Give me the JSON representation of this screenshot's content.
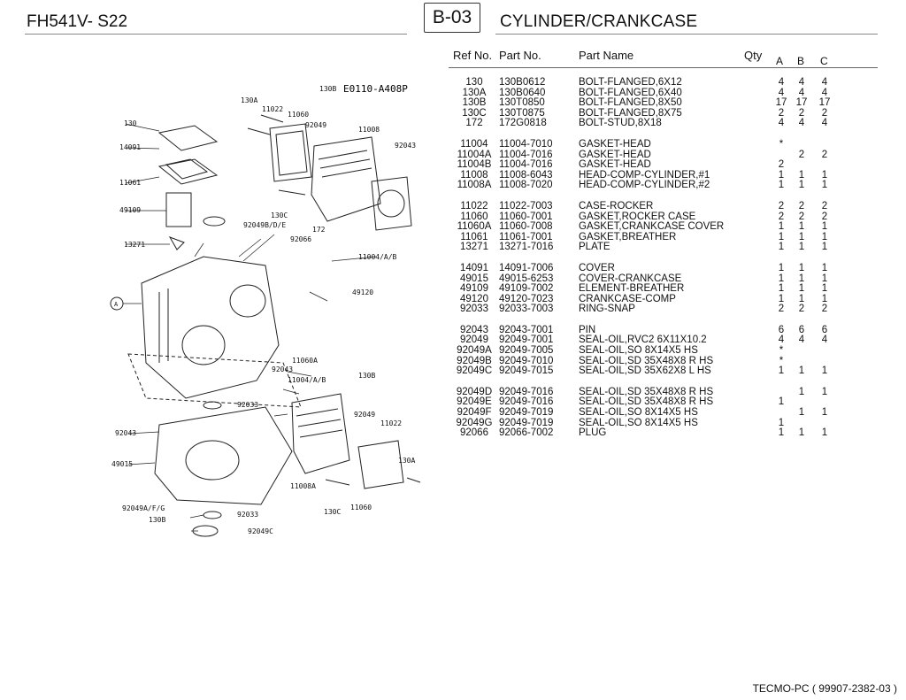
{
  "header": {
    "model": "FH541V- S22",
    "page_code": "B-03",
    "section_title": "CYLINDER/CRANKCASE"
  },
  "table_header": {
    "ref_no": "Ref No.",
    "part_no": "Part No.",
    "part_name": "Part Name",
    "qty": "Qty",
    "col_a": "A",
    "col_b": "B",
    "col_c": "C"
  },
  "groups": [
    [
      {
        "ref": "130",
        "part": "130B0612",
        "name": "BOLT-FLANGED,6X12",
        "a": "4",
        "b": "4",
        "c": "4"
      },
      {
        "ref": "130A",
        "part": "130B0640",
        "name": "BOLT-FLANGED,6X40",
        "a": "4",
        "b": "4",
        "c": "4"
      },
      {
        "ref": "130B",
        "part": "130T0850",
        "name": "BOLT-FLANGED,8X50",
        "a": "17",
        "b": "17",
        "c": "17"
      },
      {
        "ref": "130C",
        "part": "130T0875",
        "name": "BOLT-FLANGED,8X75",
        "a": "2",
        "b": "2",
        "c": "2"
      },
      {
        "ref": "172",
        "part": "172G0818",
        "name": "BOLT-STUD,8X18",
        "a": "4",
        "b": "4",
        "c": "4"
      }
    ],
    [
      {
        "ref": "11004",
        "part": "11004-7010",
        "name": "GASKET-HEAD",
        "a": "*",
        "b": "",
        "c": ""
      },
      {
        "ref": "11004A",
        "part": "11004-7016",
        "name": "GASKET-HEAD",
        "a": "",
        "b": "2",
        "c": "2"
      },
      {
        "ref": "11004B",
        "part": "11004-7016",
        "name": "GASKET-HEAD",
        "a": "2",
        "b": "",
        "c": ""
      },
      {
        "ref": "11008",
        "part": "11008-6043",
        "name": "HEAD-COMP-CYLINDER,#1",
        "a": "1",
        "b": "1",
        "c": "1"
      },
      {
        "ref": "11008A",
        "part": "11008-7020",
        "name": "HEAD-COMP-CYLINDER,#2",
        "a": "1",
        "b": "1",
        "c": "1"
      }
    ],
    [
      {
        "ref": "11022",
        "part": "11022-7003",
        "name": "CASE-ROCKER",
        "a": "2",
        "b": "2",
        "c": "2"
      },
      {
        "ref": "11060",
        "part": "11060-7001",
        "name": "GASKET,ROCKER CASE",
        "a": "2",
        "b": "2",
        "c": "2"
      },
      {
        "ref": "11060A",
        "part": "11060-7008",
        "name": "GASKET,CRANKCASE COVER",
        "a": "1",
        "b": "1",
        "c": "1"
      },
      {
        "ref": "11061",
        "part": "11061-7001",
        "name": "GASKET,BREATHER",
        "a": "1",
        "b": "1",
        "c": "1"
      },
      {
        "ref": "13271",
        "part": "13271-7016",
        "name": "PLATE",
        "a": "1",
        "b": "1",
        "c": "1"
      }
    ],
    [
      {
        "ref": "14091",
        "part": "14091-7006",
        "name": "COVER",
        "a": "1",
        "b": "1",
        "c": "1"
      },
      {
        "ref": "49015",
        "part": "49015-6253",
        "name": "COVER-CRANKCASE",
        "a": "1",
        "b": "1",
        "c": "1"
      },
      {
        "ref": "49109",
        "part": "49109-7002",
        "name": "ELEMENT-BREATHER",
        "a": "1",
        "b": "1",
        "c": "1"
      },
      {
        "ref": "49120",
        "part": "49120-7023",
        "name": "CRANKCASE-COMP",
        "a": "1",
        "b": "1",
        "c": "1"
      },
      {
        "ref": "92033",
        "part": "92033-7003",
        "name": "RING-SNAP",
        "a": "2",
        "b": "2",
        "c": "2"
      }
    ],
    [
      {
        "ref": "92043",
        "part": "92043-7001",
        "name": "PIN",
        "a": "6",
        "b": "6",
        "c": "6"
      },
      {
        "ref": "92049",
        "part": "92049-7001",
        "name": "SEAL-OIL,RVC2 6X11X10.2",
        "a": "4",
        "b": "4",
        "c": "4"
      },
      {
        "ref": "92049A",
        "part": "92049-7005",
        "name": "SEAL-OIL,SO 8X14X5 HS",
        "a": "*",
        "b": "",
        "c": ""
      },
      {
        "ref": "92049B",
        "part": "92049-7010",
        "name": "SEAL-OIL,SD 35X48X8 R HS",
        "a": "*",
        "b": "",
        "c": ""
      },
      {
        "ref": "92049C",
        "part": "92049-7015",
        "name": "SEAL-OIL,SD 35X62X8 L HS",
        "a": "1",
        "b": "1",
        "c": "1"
      }
    ],
    [
      {
        "ref": "92049D",
        "part": "92049-7016",
        "name": "SEAL-OIL,SD 35X48X8 R HS",
        "a": "",
        "b": "1",
        "c": "1"
      },
      {
        "ref": "92049E",
        "part": "92049-7016",
        "name": "SEAL-OIL,SD 35X48X8 R HS",
        "a": "1",
        "b": "",
        "c": ""
      },
      {
        "ref": "92049F",
        "part": "92049-7019",
        "name": "SEAL-OIL,SO 8X14X5 HS",
        "a": "",
        "b": "1",
        "c": "1"
      },
      {
        "ref": "92049G",
        "part": "92049-7019",
        "name": "SEAL-OIL,SO 8X14X5 HS",
        "a": "1",
        "b": "",
        "c": ""
      },
      {
        "ref": "92066",
        "part": "92066-7002",
        "name": "PLUG",
        "a": "1",
        "b": "1",
        "c": "1"
      }
    ]
  ],
  "diagram": {
    "code": "E0110-A408P",
    "code_ref": "130B",
    "callout_a": "A",
    "labels": {
      "l130": "130",
      "l14091": "14091",
      "l11061": "11061",
      "l49109": "49109",
      "l13271": "13271",
      "l130A": "130A",
      "l11022": "11022",
      "l11060": "11060",
      "l92049": "92049",
      "l11008": "11008",
      "l92043": "92043",
      "l130C": "130C",
      "l92049bde": "92049B/D/E",
      "l172": "172",
      "l92066": "92066",
      "l11004ab": "11004/A/B",
      "l49120": "49120",
      "l11060A": "11060A",
      "l92043b": "92043",
      "l11004ab2": "11004/A/B",
      "l130Bb": "130B",
      "l92033": "92033",
      "l92049b2": "92049",
      "l11022b": "11022",
      "l92043c": "92043",
      "l49015": "49015",
      "l130Ab": "130A",
      "l11008A": "11008A",
      "l130Cb": "130C",
      "l11060b": "11060",
      "l92049afg": "92049A/F/G",
      "l92033b": "92033",
      "l130Bc": "130B",
      "l92049C": "92049C"
    }
  },
  "footer": {
    "text": "TECMO-PC  ( 99907-2382-03 )"
  }
}
